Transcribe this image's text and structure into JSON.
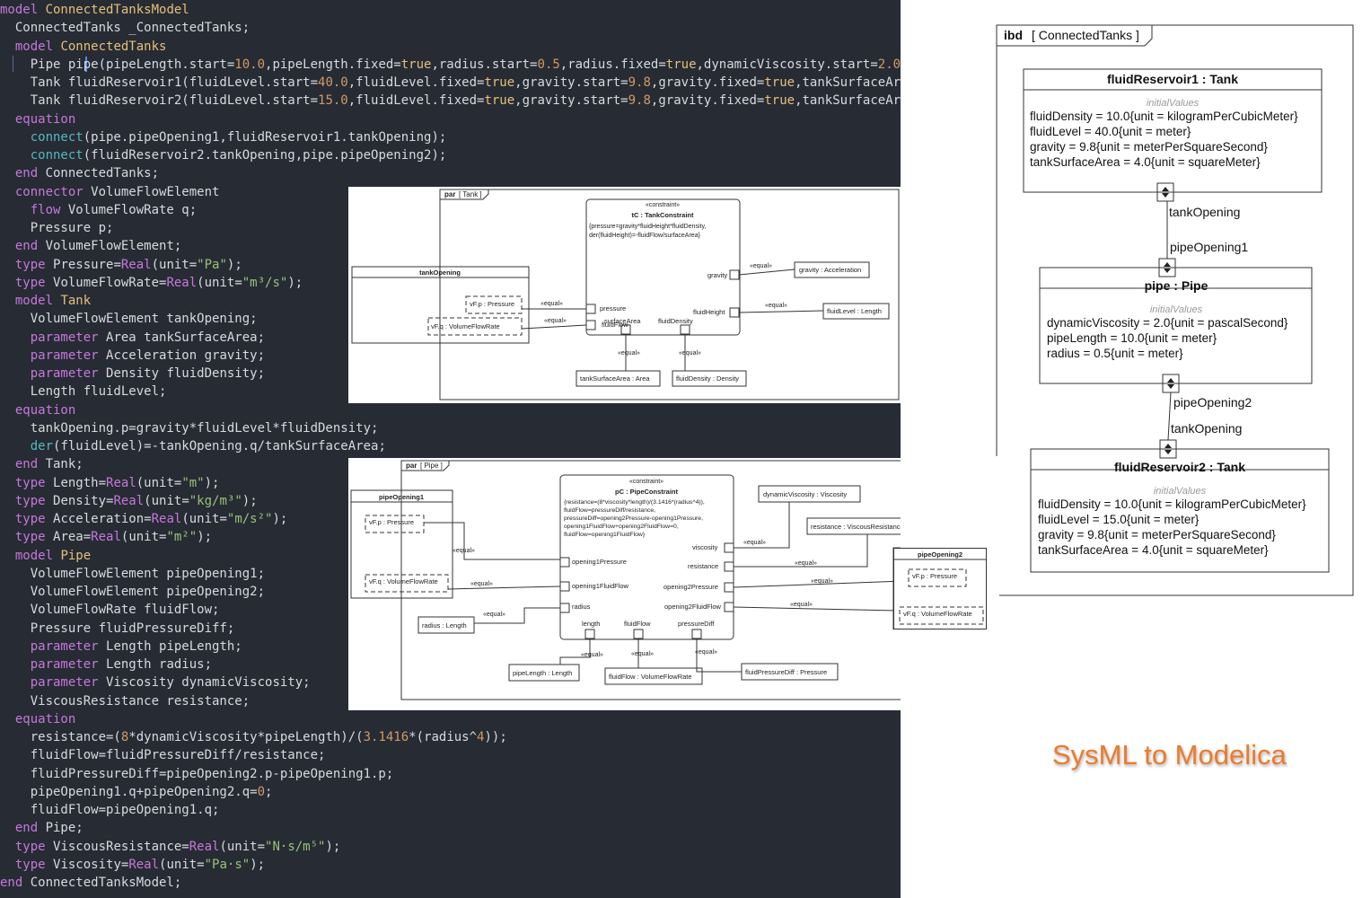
{
  "code_lines": [
    [
      [
        "kw",
        "model "
      ],
      [
        "cls",
        "ConnectedTanksModel"
      ]
    ],
    [
      [
        "txt",
        "  ConnectedTanks _ConnectedTanks;"
      ]
    ],
    [
      [
        "kw",
        "  model "
      ],
      [
        "cls",
        "ConnectedTanks"
      ]
    ],
    [
      [
        "txt",
        "    Pipe pipe(pipeLength.start="
      ],
      [
        "num",
        "10.0"
      ],
      [
        "txt",
        ",pipeLength.fixed="
      ],
      [
        "bool",
        "true"
      ],
      [
        "txt",
        ",radius.start="
      ],
      [
        "num",
        "0.5"
      ],
      [
        "txt",
        ",radius.fixed="
      ],
      [
        "bool",
        "true"
      ],
      [
        "txt",
        ",dynamicViscosity.start="
      ],
      [
        "num",
        "2.0"
      ]
    ],
    [
      [
        "txt",
        "    Tank fluidReservoir1(fluidLevel.start="
      ],
      [
        "num",
        "40.0"
      ],
      [
        "txt",
        ",fluidLevel.fixed="
      ],
      [
        "bool",
        "true"
      ],
      [
        "txt",
        ",gravity.start="
      ],
      [
        "num",
        "9.8"
      ],
      [
        "txt",
        ",gravity.fixed="
      ],
      [
        "bool",
        "true"
      ],
      [
        "txt",
        ",tankSurfaceAr"
      ]
    ],
    [
      [
        "txt",
        "    Tank fluidReservoir2(fluidLevel.start="
      ],
      [
        "num",
        "15.0"
      ],
      [
        "txt",
        ",fluidLevel.fixed="
      ],
      [
        "bool",
        "true"
      ],
      [
        "txt",
        ",gravity.start="
      ],
      [
        "num",
        "9.8"
      ],
      [
        "txt",
        ",gravity.fixed="
      ],
      [
        "bool",
        "true"
      ],
      [
        "txt",
        ",tankSurfaceAr"
      ]
    ],
    [
      [
        "kw",
        "  equation"
      ]
    ],
    [
      [
        "fn",
        "    connect"
      ],
      [
        "txt",
        "(pipe.pipeOpening1,fluidReservoir1.tankOpening);"
      ]
    ],
    [
      [
        "fn",
        "    connect"
      ],
      [
        "txt",
        "(fluidReservoir2.tankOpening,pipe.pipeOpening2);"
      ]
    ],
    [
      [
        "kw",
        "  end "
      ],
      [
        "txt",
        "ConnectedTanks;"
      ]
    ],
    [
      [
        "kw",
        "  connector "
      ],
      [
        "txt",
        "VolumeFlowElement"
      ]
    ],
    [
      [
        "kw",
        "    flow "
      ],
      [
        "txt",
        "VolumeFlowRate q;"
      ]
    ],
    [
      [
        "txt",
        "    Pressure p;"
      ]
    ],
    [
      [
        "kw",
        "  end "
      ],
      [
        "txt",
        "VolumeFlowElement;"
      ]
    ],
    [
      [
        "kw",
        "  type "
      ],
      [
        "txt",
        "Pressure="
      ],
      [
        "kw",
        "Real"
      ],
      [
        "txt",
        "(unit="
      ],
      [
        "str",
        "\"Pa\""
      ],
      [
        "txt",
        ");"
      ]
    ],
    [
      [
        "kw",
        "  type "
      ],
      [
        "txt",
        "VolumeFlowRate="
      ],
      [
        "kw",
        "Real"
      ],
      [
        "txt",
        "(unit="
      ],
      [
        "str",
        "\"m³/s\""
      ],
      [
        "txt",
        ");"
      ]
    ],
    [
      [
        "kw",
        "  model "
      ],
      [
        "cls",
        "Tank"
      ]
    ],
    [
      [
        "txt",
        "    VolumeFlowElement tankOpening;"
      ]
    ],
    [
      [
        "kw",
        "    parameter "
      ],
      [
        "txt",
        "Area tankSurfaceArea;"
      ]
    ],
    [
      [
        "kw",
        "    parameter "
      ],
      [
        "txt",
        "Acceleration gravity;"
      ]
    ],
    [
      [
        "kw",
        "    parameter "
      ],
      [
        "txt",
        "Density fluidDensity;"
      ]
    ],
    [
      [
        "txt",
        "    Length fluidLevel;"
      ]
    ],
    [
      [
        "kw",
        "  equation"
      ]
    ],
    [
      [
        "txt",
        "    tankOpening.p=gravity*fluidLevel*fluidDensity;"
      ]
    ],
    [
      [
        "fn",
        "    der"
      ],
      [
        "txt",
        "(fluidLevel)=-tankOpening.q/tankSurfaceArea;"
      ]
    ],
    [
      [
        "kw",
        "  end "
      ],
      [
        "txt",
        "Tank;"
      ]
    ],
    [
      [
        "kw",
        "  type "
      ],
      [
        "txt",
        "Length="
      ],
      [
        "kw",
        "Real"
      ],
      [
        "txt",
        "(unit="
      ],
      [
        "str",
        "\"m\""
      ],
      [
        "txt",
        ");"
      ]
    ],
    [
      [
        "kw",
        "  type "
      ],
      [
        "txt",
        "Density="
      ],
      [
        "kw",
        "Real"
      ],
      [
        "txt",
        "(unit="
      ],
      [
        "str",
        "\"kg/m³\""
      ],
      [
        "txt",
        ");"
      ]
    ],
    [
      [
        "kw",
        "  type "
      ],
      [
        "txt",
        "Acceleration="
      ],
      [
        "kw",
        "Real"
      ],
      [
        "txt",
        "(unit="
      ],
      [
        "str",
        "\"m/s²\""
      ],
      [
        "txt",
        ");"
      ]
    ],
    [
      [
        "kw",
        "  type "
      ],
      [
        "txt",
        "Area="
      ],
      [
        "kw",
        "Real"
      ],
      [
        "txt",
        "(unit="
      ],
      [
        "str",
        "\"m²\""
      ],
      [
        "txt",
        ");"
      ]
    ],
    [
      [
        "kw",
        "  model "
      ],
      [
        "cls",
        "Pipe"
      ]
    ],
    [
      [
        "txt",
        "    VolumeFlowElement pipeOpening1;"
      ]
    ],
    [
      [
        "txt",
        "    VolumeFlowElement pipeOpening2;"
      ]
    ],
    [
      [
        "txt",
        "    VolumeFlowRate fluidFlow;"
      ]
    ],
    [
      [
        "txt",
        "    Pressure fluidPressureDiff;"
      ]
    ],
    [
      [
        "kw",
        "    parameter "
      ],
      [
        "txt",
        "Length pipeLength;"
      ]
    ],
    [
      [
        "kw",
        "    parameter "
      ],
      [
        "txt",
        "Length radius;"
      ]
    ],
    [
      [
        "kw",
        "    parameter "
      ],
      [
        "txt",
        "Viscosity dynamicViscosity;"
      ]
    ],
    [
      [
        "txt",
        "    ViscousResistance resistance;"
      ]
    ],
    [
      [
        "kw",
        "  equation"
      ]
    ],
    [
      [
        "txt",
        "    resistance=("
      ],
      [
        "num",
        "8"
      ],
      [
        "txt",
        "*dynamicViscosity*pipeLength)/("
      ],
      [
        "num",
        "3.1416"
      ],
      [
        "txt",
        "*(radius^"
      ],
      [
        "num",
        "4"
      ],
      [
        "txt",
        "));"
      ]
    ],
    [
      [
        "txt",
        "    fluidFlow=fluidPressureDiff/resistance;"
      ]
    ],
    [
      [
        "txt",
        "    fluidPressureDiff=pipeOpening2.p-pipeOpening1.p;"
      ]
    ],
    [
      [
        "txt",
        "    pipeOpening1.q+pipeOpening2.q="
      ],
      [
        "num",
        "0"
      ],
      [
        "txt",
        ";"
      ]
    ],
    [
      [
        "txt",
        "    fluidFlow=pipeOpening1.q;"
      ]
    ],
    [
      [
        "kw",
        "  end "
      ],
      [
        "txt",
        "Pipe;"
      ]
    ],
    [
      [
        "kw",
        "  type "
      ],
      [
        "txt",
        "ViscousResistance="
      ],
      [
        "kw",
        "Real"
      ],
      [
        "txt",
        "(unit="
      ],
      [
        "str",
        "\"N·s/m⁵\""
      ],
      [
        "txt",
        ");"
      ]
    ],
    [
      [
        "kw",
        "  type "
      ],
      [
        "txt",
        "Viscosity="
      ],
      [
        "kw",
        "Real"
      ],
      [
        "txt",
        "(unit="
      ],
      [
        "str",
        "\"Pa·s\""
      ],
      [
        "txt",
        ");"
      ]
    ],
    [
      [
        "kw",
        "end "
      ],
      [
        "txt",
        "ConnectedTanksModel;"
      ]
    ]
  ],
  "par_tank": {
    "frame_kw": "par",
    "frame_name": "[ Tank ]",
    "constraint_stereo": "«constraint»",
    "constraint_title": "tC : TankConstraint",
    "constraint_body1": "{pressure=gravity*fluidHeight*fluidDensity,",
    "constraint_body2": "der(fluidHeight)=-fluidFlow/surfaceArea}",
    "part_title": "tankOpening",
    "vf_p": "vF.p : Pressure",
    "vf_q": "vF.q : VolumeFlowRate",
    "equal": "«equal»",
    "port_pressure": "pressure",
    "port_fluidflow": "fluidFlow",
    "port_surfacearea": "surfaceArea",
    "port_fluiddensity": "fluidDensity",
    "port_gravity": "gravity",
    "port_fluidheight": "fluidHeight",
    "gravity_box": "gravity : Acceleration",
    "fluidlevel_box": "fluidLevel : Length",
    "tanksurface_box": "tankSurfaceArea : Area",
    "fluiddensity_box": "fluidDensity : Density"
  },
  "par_pipe": {
    "frame_kw": "par",
    "frame_name": "[ Pipe ]",
    "constraint_stereo": "«constraint»",
    "constraint_title": "pC : PipeConstraint",
    "constraint_lines": [
      "{resistance=(8*viscosity*length)/(3.1416*(radius^4)),",
      "fluidFlow=pressureDiff/resistance,",
      "pressureDiff=opening2Pressure-opening1Pressure,",
      "opening1FluidFlow+opening2FluidFlow=0,",
      "fluidFlow=opening1FluidFlow}"
    ],
    "opening1_title": "pipeOpening1",
    "opening2_title": "pipeOpening2",
    "vf_p": "vF.p : Pressure",
    "vf_q": "vF.q : VolumeFlowRate",
    "equal": "«equal»",
    "port_o1p": "opening1Pressure",
    "port_o1f": "opening1FluidFlow",
    "port_radius": "radius",
    "port_viscosity": "viscosity",
    "port_resistance": "resistance",
    "port_o2p": "opening2Pressure",
    "port_o2f": "opening2FluidFlow",
    "port_length": "length",
    "port_fluidflow": "fluidFlow",
    "port_pressurediff": "pressureDiff",
    "dynvisc_box": "dynamicViscosity : Viscosity",
    "resistance_box": "resistance : ViscousResistance",
    "radius_box": "radius : Length",
    "pipelength_box": "pipeLength : Length",
    "fluidflow_box": "fluidFlow : VolumeFlowRate",
    "pressurediff_box": "fluidPressureDiff : Pressure"
  },
  "ibd": {
    "frame_kw": "ibd",
    "frame_name": "[ ConnectedTanks ]",
    "initial_values": "initialValues",
    "reservoir1": {
      "title": "fluidReservoir1 : Tank",
      "values": [
        "fluidDensity = 10.0{unit = kilogramPerCubicMeter}",
        "fluidLevel = 40.0{unit = meter}",
        "gravity = 9.8{unit = meterPerSquareSecond}",
        "tankSurfaceArea = 4.0{unit = squareMeter}"
      ]
    },
    "pipe": {
      "title": "pipe : Pipe",
      "values": [
        "dynamicViscosity = 2.0{unit = pascalSecond}",
        "pipeLength = 10.0{unit = meter}",
        "radius = 0.5{unit = meter}"
      ]
    },
    "reservoir2": {
      "title": "fluidReservoir2 : Tank",
      "values": [
        "fluidDensity = 10.0{unit = kilogramPerCubicMeter}",
        "fluidLevel = 15.0{unit = meter}",
        "gravity = 9.8{unit = meterPerSquareSecond}",
        "tankSurfaceArea = 4.0{unit = squareMeter}"
      ]
    },
    "port_tankopening": "tankOpening",
    "port_pipeopening1": "pipeOpening1",
    "port_pipeopening2": "pipeOpening2"
  },
  "caption": "SysML to Modelica"
}
